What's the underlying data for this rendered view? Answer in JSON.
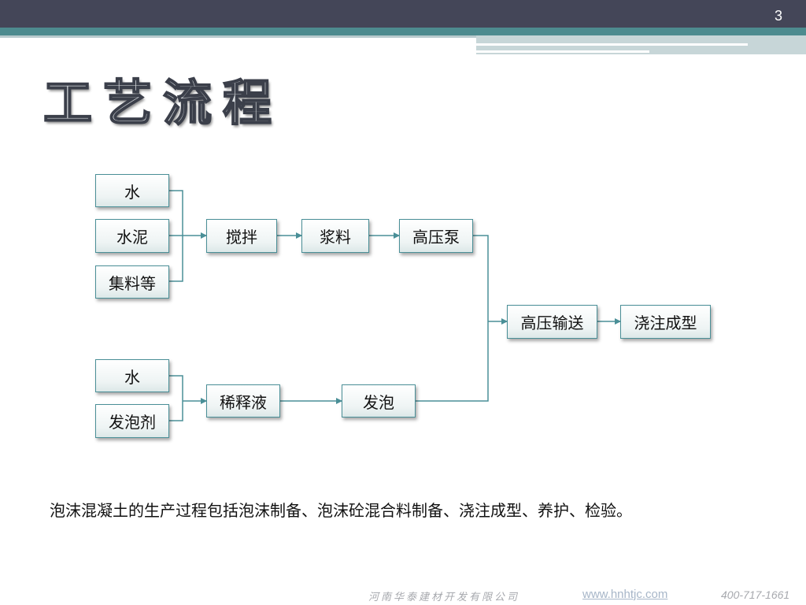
{
  "slide": {
    "number": "3",
    "title": "工艺流程",
    "caption": "泡沫混凝土的生产过程包括泡沫制备、泡沫砼混合料制备、浇注成型、养护、检验。"
  },
  "diagram": {
    "nodes": {
      "water1": "水",
      "cement": "水泥",
      "aggregate": "集料等",
      "mixing": "搅拌",
      "slurry": "浆料",
      "high_pressure_pump": "高压泵",
      "high_pressure_transport": "高压输送",
      "pouring_molding": "浇注成型",
      "water2": "水",
      "foaming_agent": "发泡剂",
      "diluent": "稀释液",
      "foaming": "发泡"
    }
  },
  "footer": {
    "company": "河南华泰建材开发有限公司",
    "website": "www.hnhtjc.com",
    "phone": "400-717-1661"
  },
  "colors": {
    "top_bar": "#444658",
    "accent_teal": "#4d8b8f",
    "node_border": "#4a8f97",
    "connector": "#4a8f97"
  }
}
